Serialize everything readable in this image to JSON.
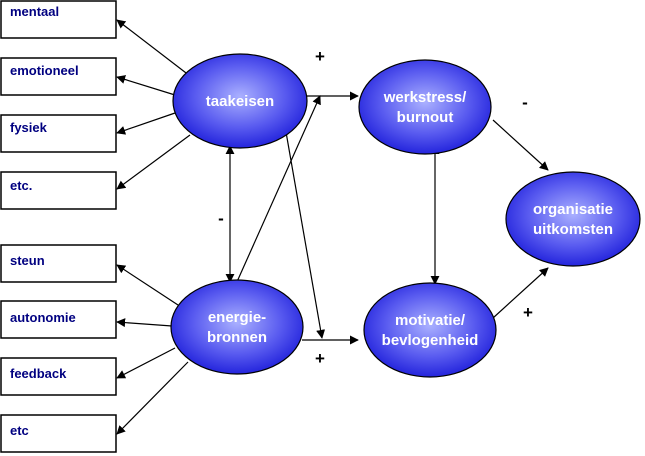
{
  "left_boxes": {
    "demands": [
      "mentaal",
      "emotioneel",
      "fysiek",
      "etc."
    ],
    "resources": [
      "steun",
      "autonomie",
      "feedback",
      "etc"
    ]
  },
  "nodes": {
    "taakeisen": [
      "taakeisen"
    ],
    "energiebronnen": [
      "energie-",
      "bronnen"
    ],
    "werkstress": [
      "werkstress/",
      "burnout"
    ],
    "motivatie": [
      "motivatie/",
      "bevlogenheid"
    ],
    "organisatie": [
      "organisatie",
      "uitkomsten"
    ]
  },
  "signs": {
    "taakeisen_to_werkstress": "+",
    "energiebronnen_to_motivatie": "+",
    "taakeisen_energiebronnen": "-",
    "werkstress_to_organisatie": "-",
    "motivatie_to_organisatie": "+"
  },
  "colors": {
    "node_fill_light": "#aab0ff",
    "node_fill_dark": "#2020e0",
    "node_stroke": "#000000",
    "box_text": "#000080",
    "line": "#000000"
  }
}
